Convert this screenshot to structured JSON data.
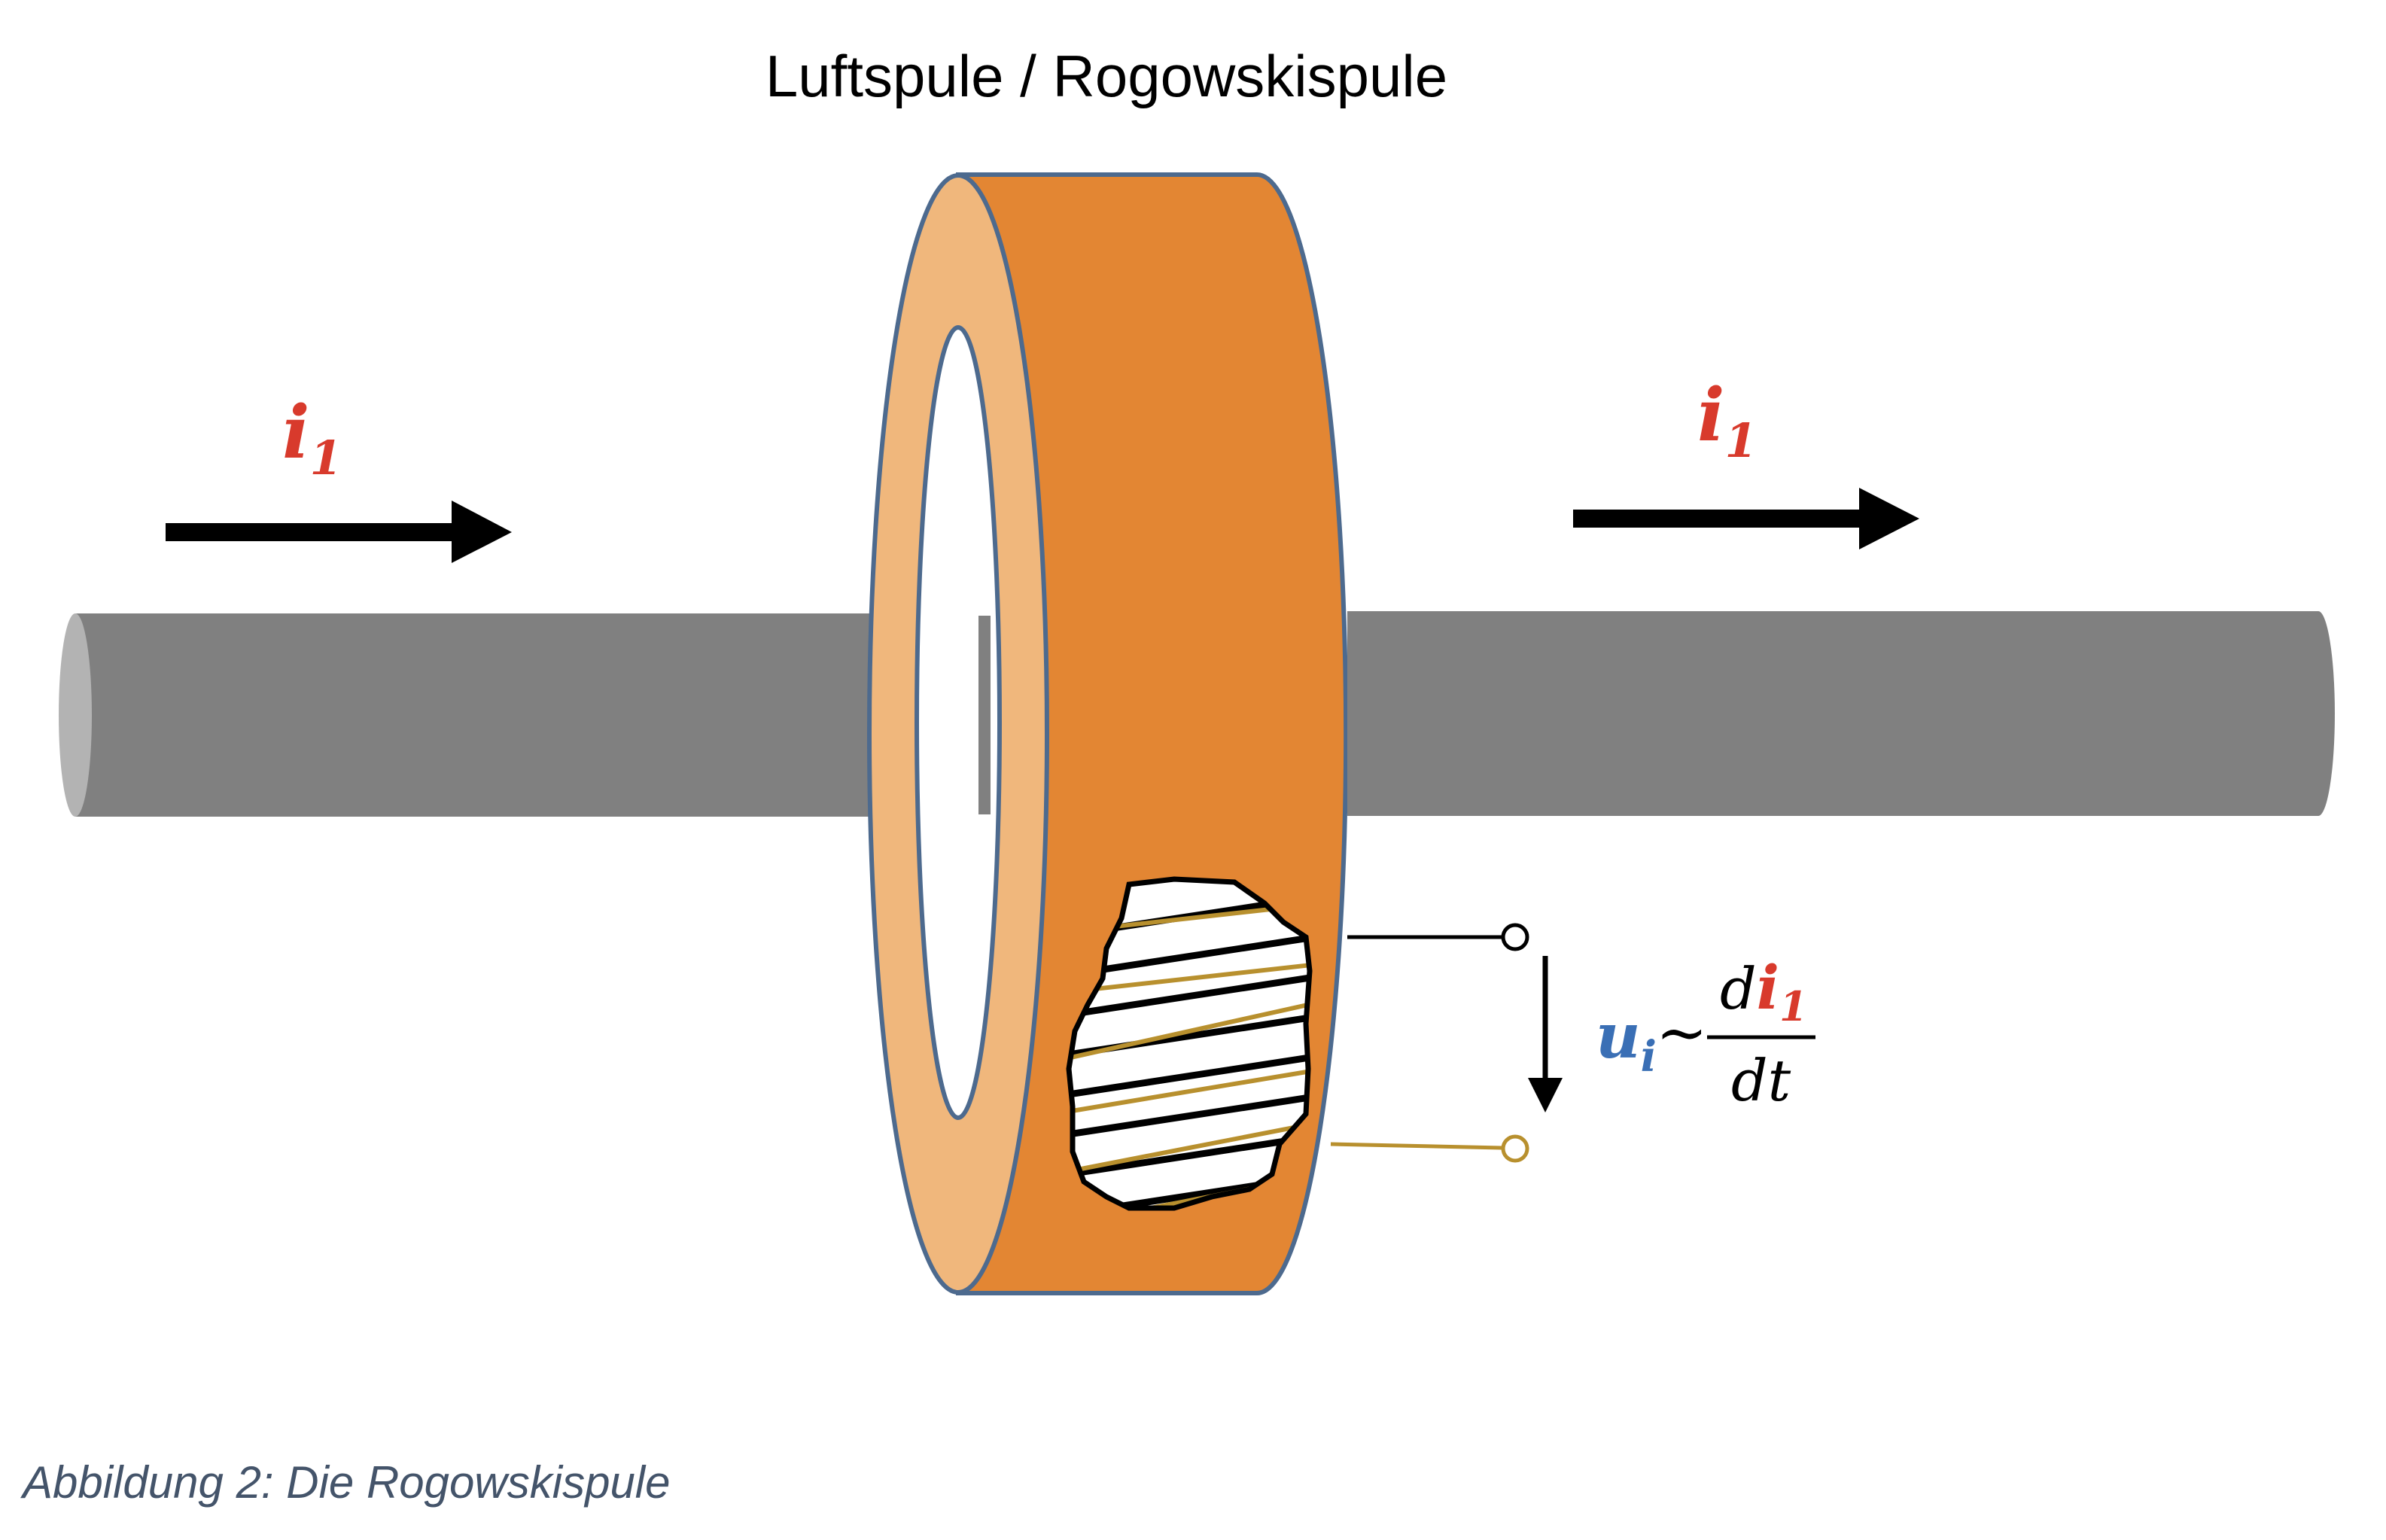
{
  "title": "Luftspule / Rogowskispule",
  "current_label_left": {
    "symbol": "i",
    "subscript": "1"
  },
  "current_label_right": {
    "symbol": "i",
    "subscript": "1"
  },
  "formula": {
    "lhs_symbol": "u",
    "lhs_subscript": "i",
    "relation": "~",
    "numerator_d": "d",
    "numerator_symbol": "i",
    "numerator_subscript": "1",
    "denominator": "dt"
  },
  "caption": "Abbildung 2: Die Rogowskispule",
  "colors": {
    "conductor": "#808080",
    "conductor_end": "#b3b3b3",
    "coil_body": "#e38633",
    "coil_face": "#f0b77c",
    "outline": "#4d6a8e",
    "winding": "#b8902e",
    "current": "#d83a2c",
    "voltage": "#3a6fb5",
    "caption": "#44546a"
  }
}
